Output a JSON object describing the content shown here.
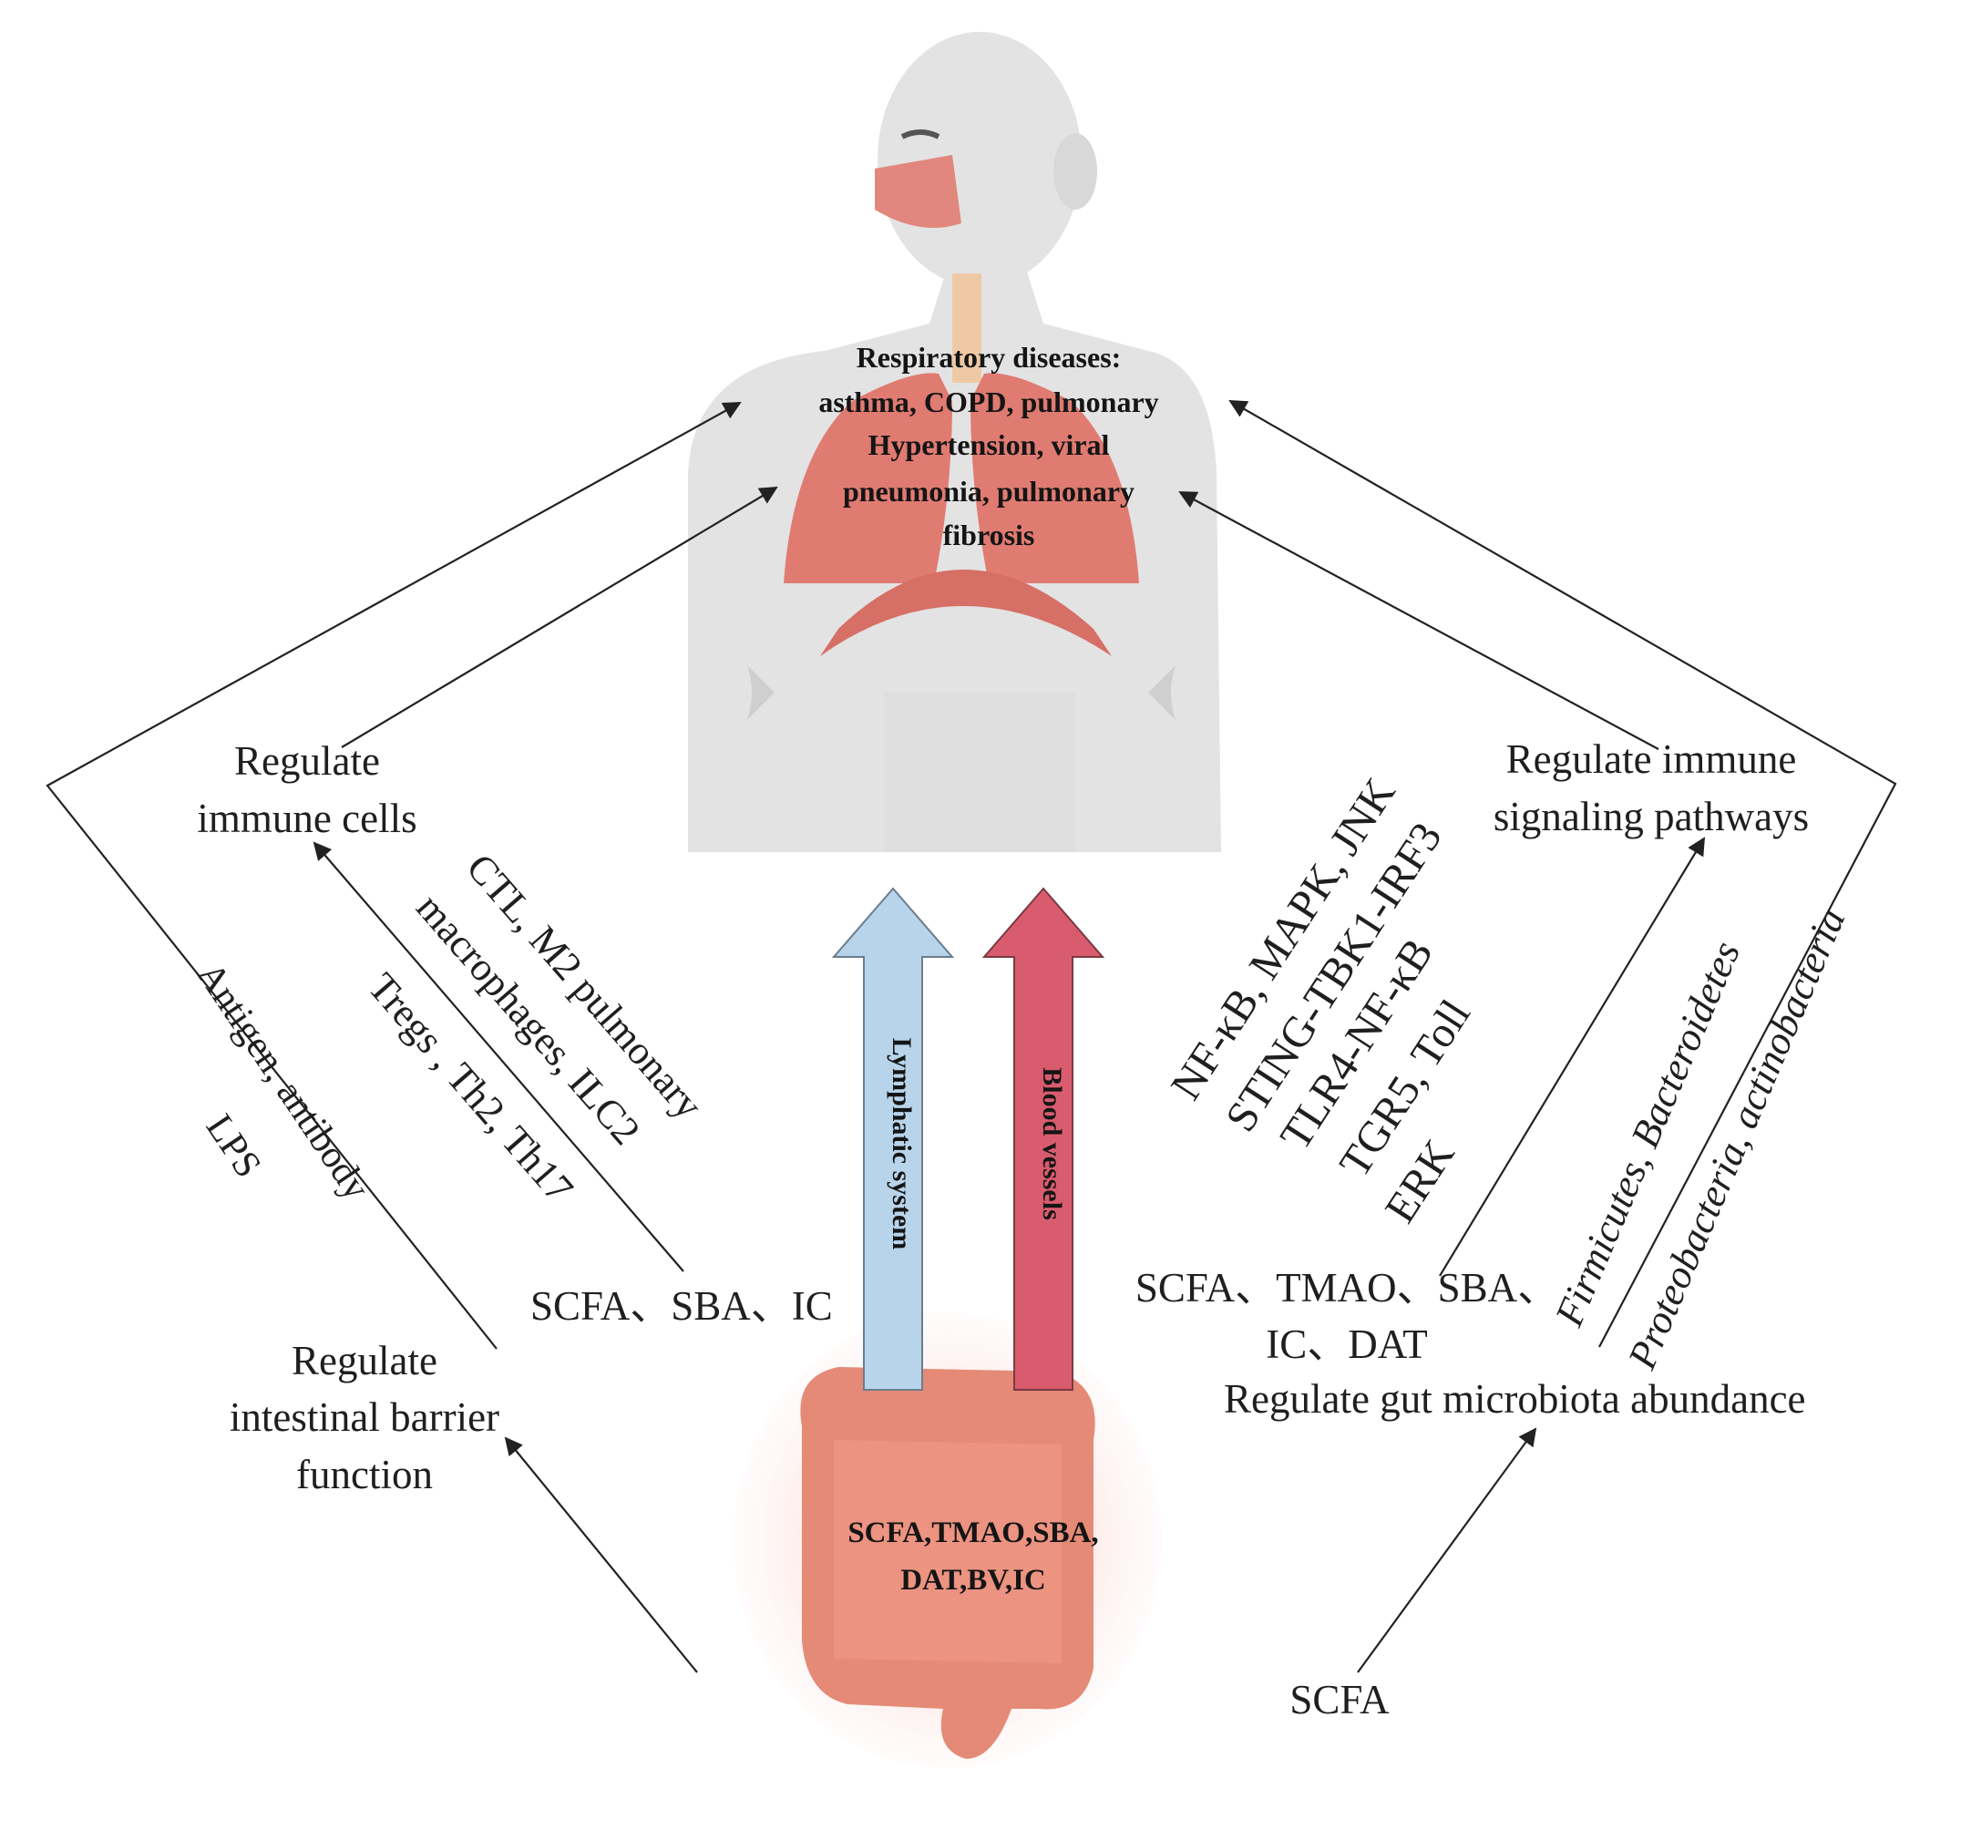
{
  "respiratory": {
    "line1": "Respiratory diseases:",
    "line2": "asthma, COPD, pulmonary",
    "line3": "Hypertension, viral",
    "line4": "pneumonia, pulmonary",
    "line5": "fibrosis"
  },
  "gut_metabolites": {
    "line1": "SCFA,TMAO,SBA,",
    "line2": "DAT,BV,IC"
  },
  "transport": {
    "lymphatic": "Lymphatic system",
    "blood": "Blood vessels"
  },
  "left": {
    "immune_cells": {
      "line1": "Regulate",
      "line2": "immune cells"
    },
    "barrier": {
      "line1": "Regulate",
      "line2": "intestinal barrier",
      "line3": "function"
    },
    "cells_text": {
      "line1": "CTL, M2 pulmonary",
      "line2": "macrophages, ILC2",
      "line3": "Tregs , Th2, Th17"
    },
    "antigen_text": {
      "line1": "Antigen, antibody",
      "line2": "LPS"
    },
    "metabolites": "SCFA、SBA、IC"
  },
  "right": {
    "signaling": {
      "line1": "Regulate immune",
      "line2": "signaling pathways"
    },
    "pathways_text": {
      "line1": "NF-κB, MAPK, JNK",
      "line2": "STING-TBK1-IRF3",
      "line3": "TLR4-NF-κB",
      "line4": "TGR5, Toll",
      "line5": "ERK"
    },
    "metabolites": {
      "line1": "SCFA、TMAO、SBA、",
      "line2": "IC、DAT"
    },
    "microbiota": "Regulate gut microbiota abundance",
    "phyla": {
      "line1": "Firmicutes, Bacteroidetes",
      "line2": "Proteobacteria, actinobacteria"
    },
    "scfa": "SCFA"
  },
  "colors": {
    "body": "#e3e3e3",
    "lung": "#e07b72",
    "lymph_arrow": "#b8d4ea",
    "blood_arrow": "#d85c6e",
    "intestine": "#e58a76"
  }
}
